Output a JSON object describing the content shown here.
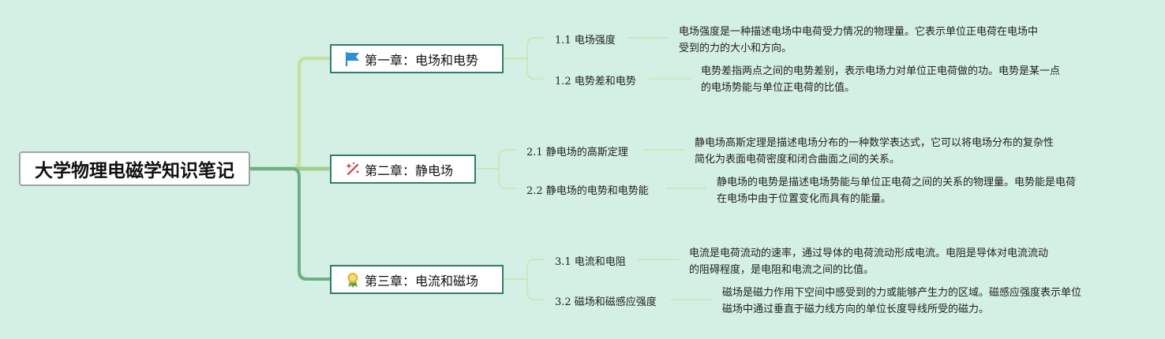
{
  "root": {
    "title": "大学物理电磁学知识笔记"
  },
  "chapters": [
    {
      "title": "第一章：电场和电势",
      "icon": "flag-icon",
      "sections": [
        {
          "title": "1.1 电场强度",
          "desc": [
            "电场强度是一种描述电场中电荷受力情况的物理量。它表示单位正电荷在电场中",
            "受到的力的大小和方向。"
          ]
        },
        {
          "title": "1.2 电势差和电势",
          "desc": [
            "电势差指两点之间的电势差别，表示电场力对单位正电荷做的功。电势是某一点",
            "的电场势能与单位正电荷的比值。"
          ]
        }
      ]
    },
    {
      "title": "第二章：静电场",
      "icon": "magic-wand-icon",
      "sections": [
        {
          "title": "2.1 静电场的高斯定理",
          "desc": [
            "静电场高斯定理是描述电场分布的一种数学表达式，它可以将电场分布的复杂性",
            "简化为表面电荷密度和闭合曲面之间的关系。"
          ]
        },
        {
          "title": "2.2 静电场的电势和电势能",
          "desc": [
            "静电场的电势是描述电场势能与单位正电荷之间的关系的物理量。电势能是电荷",
            "在电场中由于位置变化而具有的能量。"
          ]
        }
      ]
    },
    {
      "title": "第三章：电流和磁场",
      "icon": "medal-icon",
      "sections": [
        {
          "title": "3.1 电流和电阻",
          "desc": [
            "电流是电荷流动的速率，通过导体的电荷流动形成电流。电阻是导体对电流流动",
            "的阻碍程度，是电阻和电流之间的比值。"
          ]
        },
        {
          "title": "3.2 磁场和磁感应强度",
          "desc": [
            "磁场是磁力作用下空间中感受到的力或能够产生力的区域。磁感应强度表示单位",
            "磁场中通过垂直于磁力线方向的单位长度导线所受的磁力。"
          ]
        }
      ]
    }
  ],
  "colors": {
    "background": "#d4efe3",
    "branch1": "#c6e09a",
    "branch2": "#a3d08e",
    "branch3": "#6fae86",
    "subline": "#c8e7b0",
    "flag": "#2d8fd6",
    "wand": "#d93a3a",
    "medal": "#e2b73a"
  }
}
